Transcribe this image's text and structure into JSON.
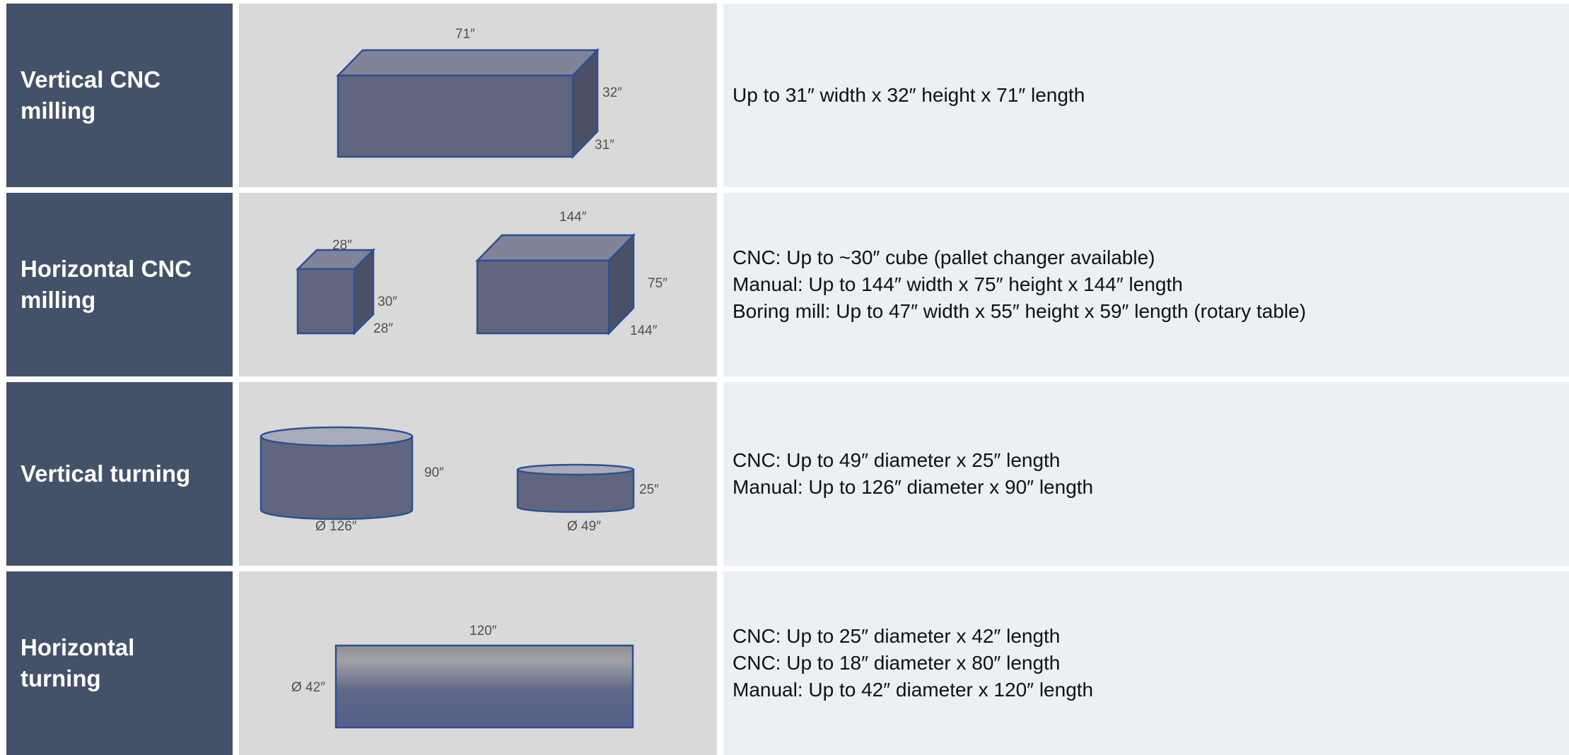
{
  "colors": {
    "label_bg": "#445269",
    "graphic_bg": "#d9d9d9",
    "desc_bg": "#eceff3",
    "shape_front": "#60667f",
    "shape_top": "#7f8498",
    "shape_side": "#4b5066",
    "shape_outline": "#2f4f8f"
  },
  "rows": [
    {
      "label": "Vertical CNC milling",
      "dims": {
        "length": "71″",
        "height": "32″",
        "width": "31″"
      },
      "lines": [
        "Up to 31″ width x 32″ height x 71″ length"
      ]
    },
    {
      "label": "Horizontal CNC milling",
      "dims": {
        "small_top": "28″",
        "small_height": "30″",
        "small_depth": "28″",
        "large_top": "144″",
        "large_height": "75″",
        "large_depth": "144″"
      },
      "lines": [
        "CNC: Up to ~30″ cube (pallet changer available)",
        "Manual: Up to 144″ width x 75″ height x 144″ length",
        "Boring mill: Up to 47″ width x 55″ height x 59″ length (rotary table)"
      ]
    },
    {
      "label": "Vertical turning",
      "dims": {
        "large_height": "90″",
        "large_diameter": "Ø 126″",
        "small_height": "25″",
        "small_diameter": "Ø 49″"
      },
      "lines": [
        "CNC: Up to 49″ diameter x 25″ length",
        "Manual: Up to 126″ diameter x 90″ length"
      ]
    },
    {
      "label": "Horizontal turning",
      "dims": {
        "length": "120″",
        "diameter": "Ø 42″"
      },
      "lines": [
        "CNC: Up to 25″ diameter x 42″ length",
        "CNC: Up to 18″ diameter x 80″ length",
        "Manual: Up to 42″ diameter x 120″ length"
      ]
    }
  ]
}
